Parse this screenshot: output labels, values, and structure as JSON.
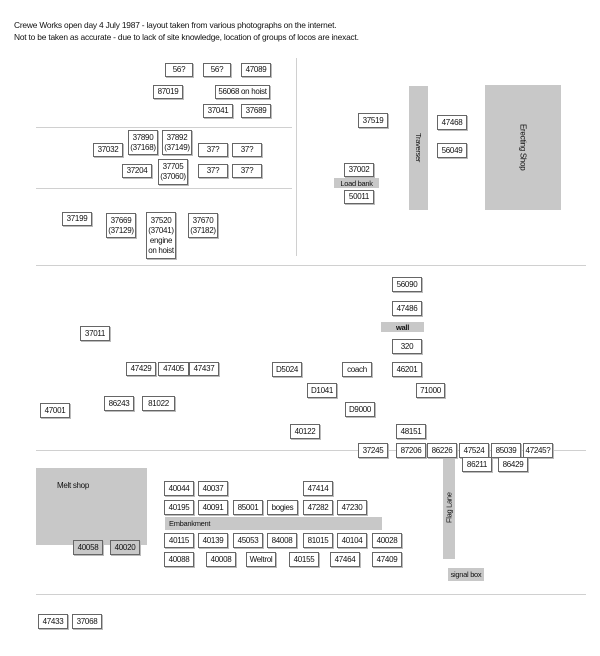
{
  "title": {
    "line1": "Crewe Works open day 4 July 1987 - layout taken from various photographs on the internet.",
    "line2": "Not to be taken as accurate - due to lack of site knowledge, location of groups of locos are inexact."
  },
  "buildings": {
    "traverser": "Traverser",
    "erecting_shop": "Erecting Shop",
    "load_bank": "Load bank",
    "wall": "wall",
    "melt_shop": "Melt shop",
    "embankment": "Embankment",
    "flag_lane": "Flag Lane",
    "signal_box": "signal box"
  },
  "locos": [
    "56?",
    "56?",
    "47089",
    "87019",
    "56068 on hoist",
    "37041",
    "37689",
    "37890\n(37168)",
    "37892\n(37149)",
    "37032",
    "37?",
    "37?",
    "37204",
    "37705\n(37060)",
    "37?",
    "37?",
    "37199",
    "37669\n(37129)",
    "37520\n(37041)\nengine\non hoist",
    "37670\n(37182)",
    "37519",
    "47468",
    "56049",
    "37002",
    "50011",
    "56090",
    "47486",
    "320",
    "37011",
    "47429",
    "47405",
    "47437",
    "D5024",
    "coach",
    "46201",
    "D1041",
    "71000",
    "86243",
    "81022",
    "47001",
    "D9000",
    "40122",
    "48151",
    "37245",
    "87206",
    "86226",
    "47524",
    "85039",
    "47245?",
    "40058",
    "40020",
    "40044",
    "40037",
    "47414",
    "40195",
    "40091",
    "85001",
    "bogies",
    "47282",
    "47230",
    "40115",
    "40139",
    "45053",
    "84008",
    "81015",
    "40104",
    "40028",
    "40088",
    "40008",
    "Weltrol",
    "40155",
    "47464",
    "47409",
    "86211",
    "86429",
    "47433",
    "37068"
  ]
}
